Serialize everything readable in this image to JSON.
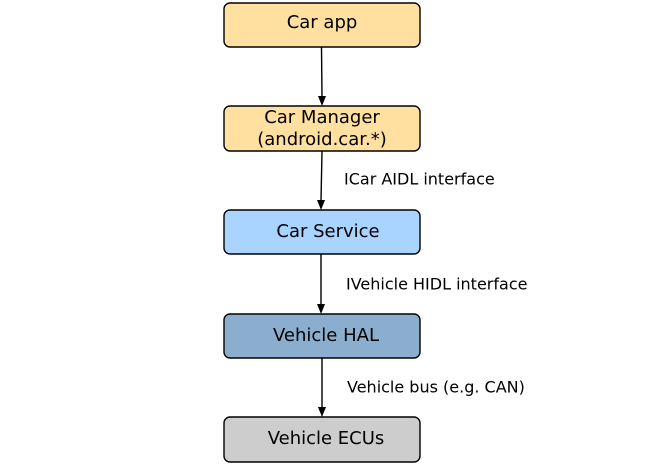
{
  "nodes": [
    {
      "id": "car_app",
      "label_lines": [
        "Car app"
      ],
      "color": "#FFE0A0"
    },
    {
      "id": "car_manager",
      "label_lines": [
        "Car Manager",
        "(android.car.*)"
      ],
      "color": "#FFE0A0"
    },
    {
      "id": "car_service",
      "label_lines": [
        "Car Service"
      ],
      "color": "#A8D4FF"
    },
    {
      "id": "vehicle_hal",
      "label_lines": [
        "Vehicle HAL"
      ],
      "color": "#8BAECF"
    },
    {
      "id": "vehicle_ecus",
      "label_lines": [
        "Vehicle ECUs"
      ],
      "color": "#CDCDCD"
    }
  ],
  "edges": [
    {
      "from": "car_app",
      "to": "car_manager",
      "label": ""
    },
    {
      "from": "car_manager",
      "to": "car_service",
      "label": "ICar AIDL interface"
    },
    {
      "from": "car_service",
      "to": "vehicle_hal",
      "label": "IVehicle HIDL interface"
    },
    {
      "from": "vehicle_hal",
      "to": "vehicle_ecus",
      "label": "Vehicle bus (e.g. CAN)"
    }
  ]
}
